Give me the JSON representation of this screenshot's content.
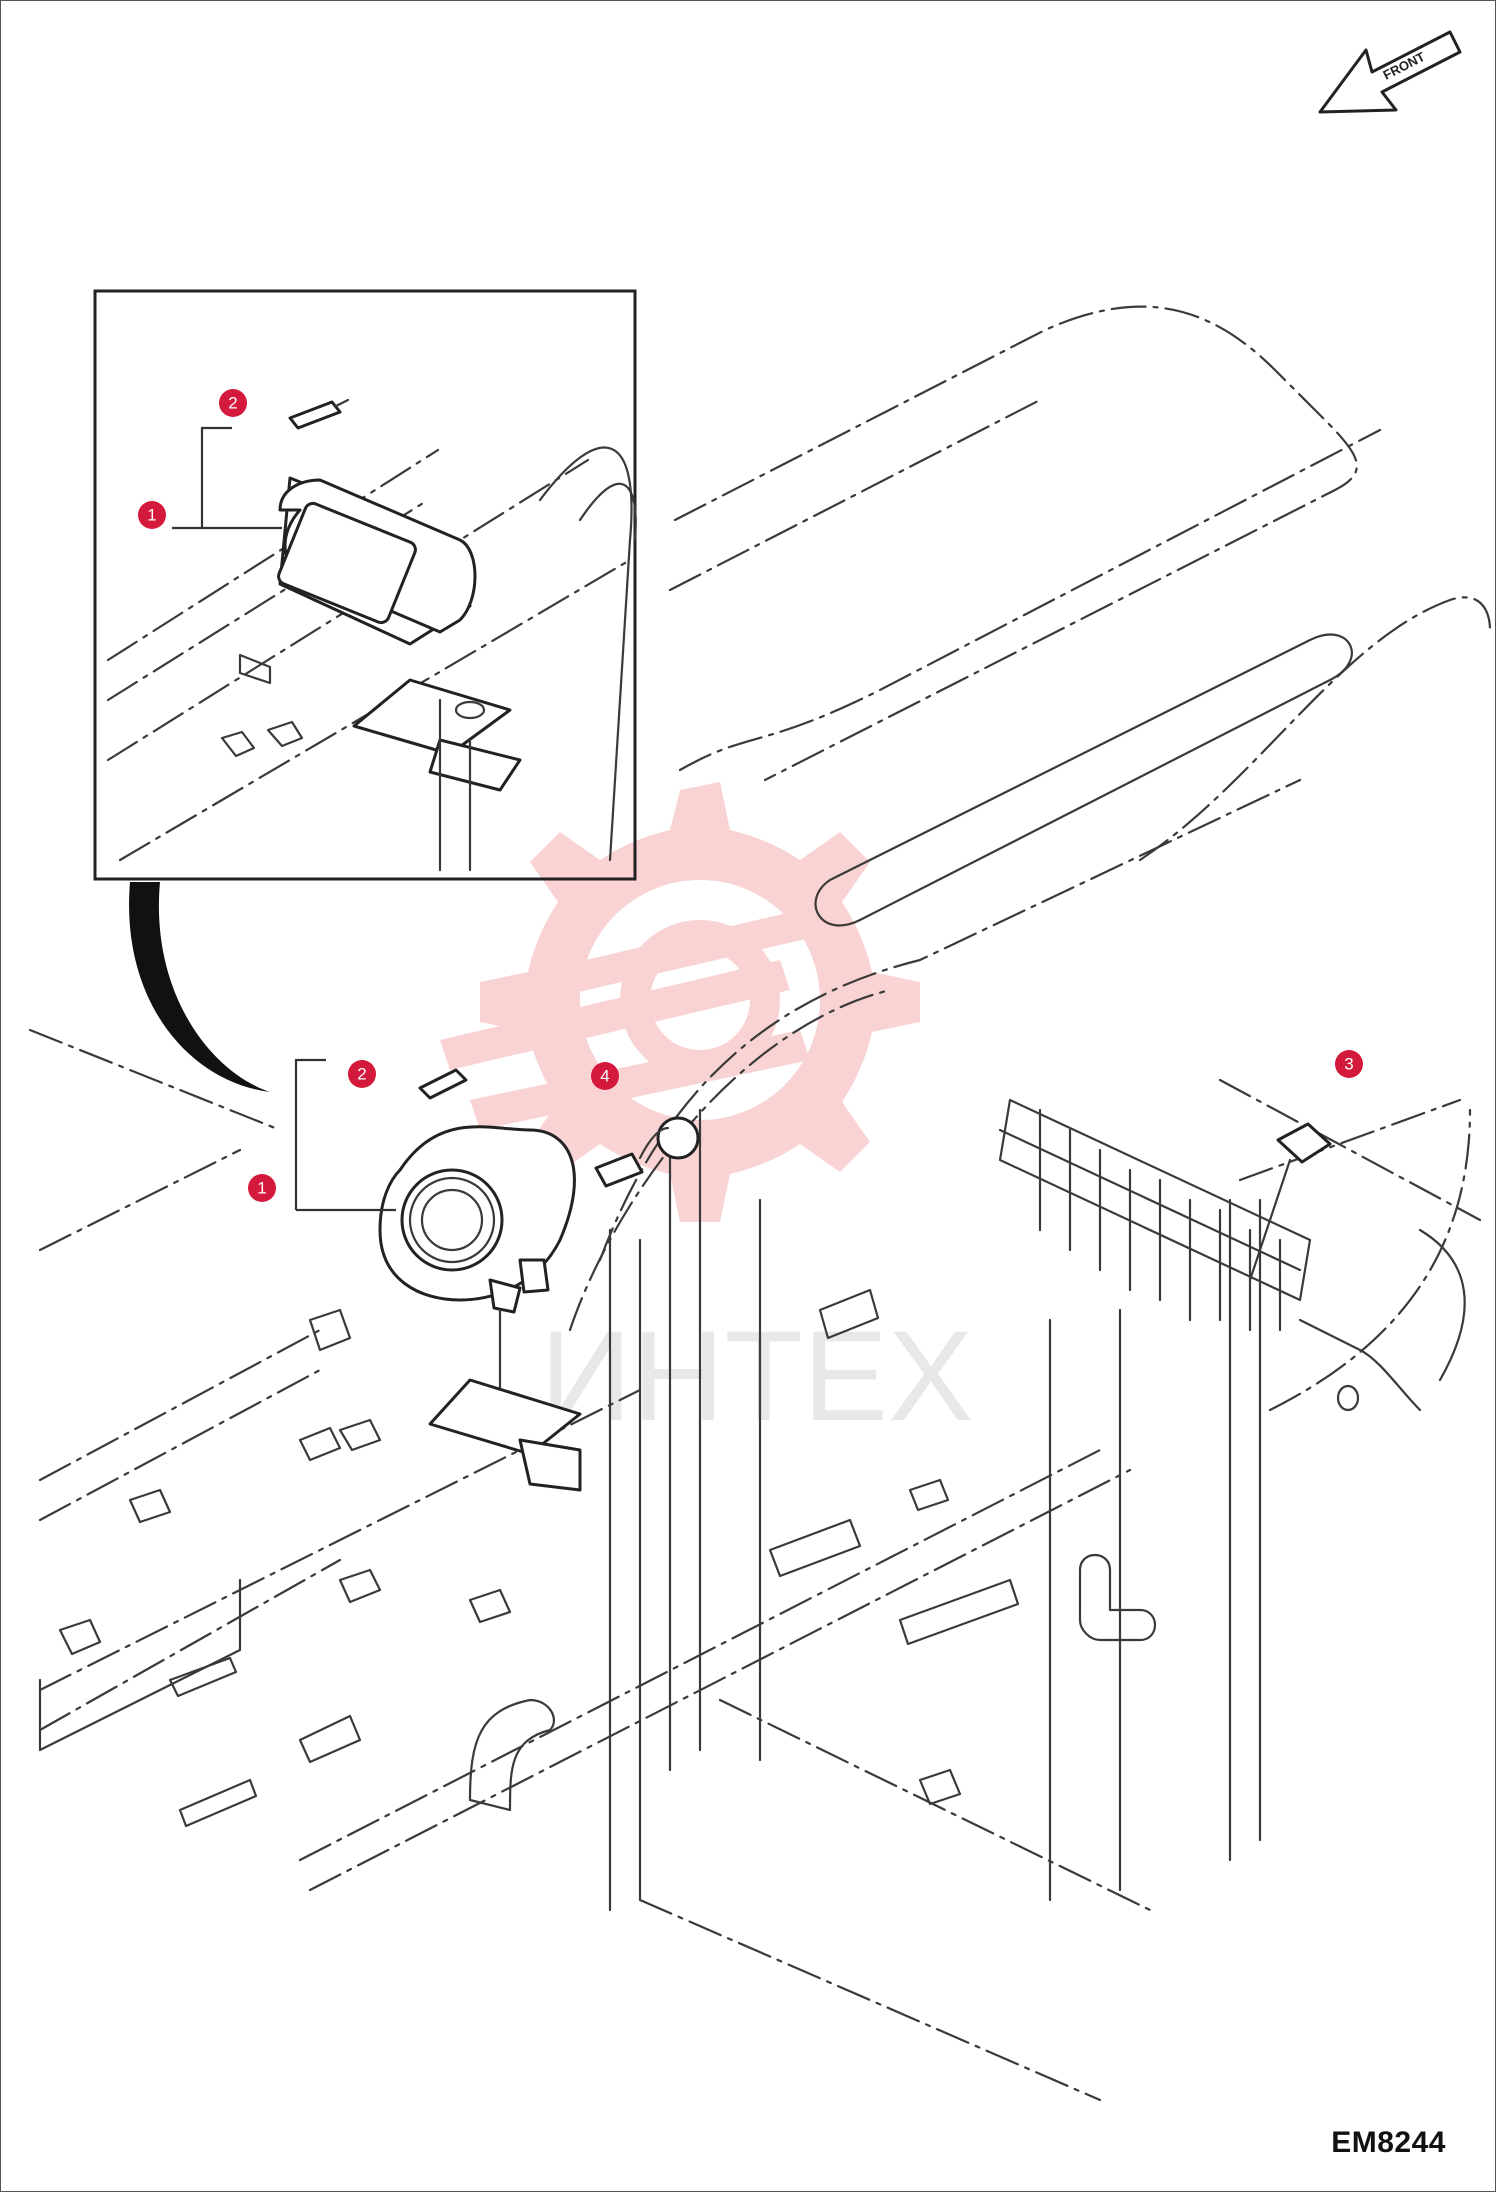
{
  "orientation_arrow": {
    "label": "FRONT"
  },
  "document_code": "EM8244",
  "watermark": {
    "text": "ИНТЕХ",
    "color": "#f5a7a7"
  },
  "callout_color": "#d41a3c",
  "callouts": [
    {
      "id": "inset-1",
      "number": "1"
    },
    {
      "id": "inset-2",
      "number": "2"
    },
    {
      "id": "main-1",
      "number": "1"
    },
    {
      "id": "main-2",
      "number": "2"
    },
    {
      "id": "main-3",
      "number": "3"
    },
    {
      "id": "main-4",
      "number": "4"
    }
  ]
}
